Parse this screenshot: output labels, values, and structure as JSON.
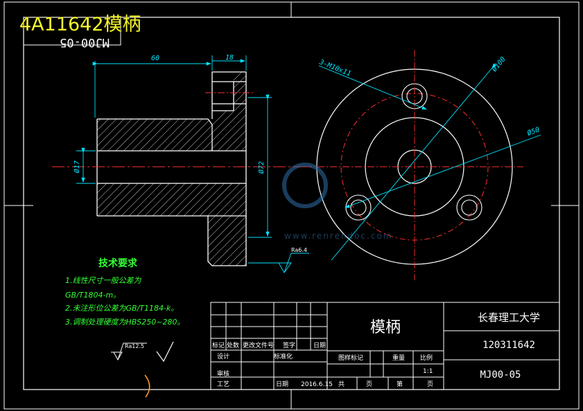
{
  "header": {
    "title": "4A11642模柄",
    "drawing_number_rotated": "MJ00-05"
  },
  "dimensions": {
    "length_60": "60",
    "length_18": "18",
    "dia_17": "Ø17",
    "dia_72": "Ø72",
    "dia_100": "Ø100",
    "dia_50": "Ø50",
    "hole_callout": "3-M10x11",
    "roughness_face": "Ra6.4"
  },
  "tech_requirements": {
    "heading": "技术要求",
    "line1": "1.线性尺寸一般公差为",
    "line2": "GB/T1804-m。",
    "line3": "2.未注形位公差为GB/T1184-k。",
    "line4": "3.调制处理硬度为HBS250~280。"
  },
  "general_roughness": {
    "value": "Ra12.5"
  },
  "watermark": {
    "url_text": "www.renrendoc.com"
  },
  "title_block": {
    "part_name": "模柄",
    "university": "长春理工大学",
    "student_id": "120311642",
    "drawing_code": "MJ00-05",
    "mark_header": "标记",
    "count_header": "处数",
    "zone_header": "更改文件号",
    "sign_header": "签字",
    "date_header": "日期",
    "design_label": "设计",
    "standardize_label": "标准化",
    "review_label": "审核",
    "process_label": "工艺",
    "date_label": "日期",
    "date_value": "2016.6.15",
    "stage_mark": "图样标记",
    "weight": "重量",
    "scale": "比例",
    "scale_value": "1:1",
    "total_prefix": "共",
    "page_label": "页",
    "sheet_prefix": "第",
    "sheet_label": "页"
  }
}
